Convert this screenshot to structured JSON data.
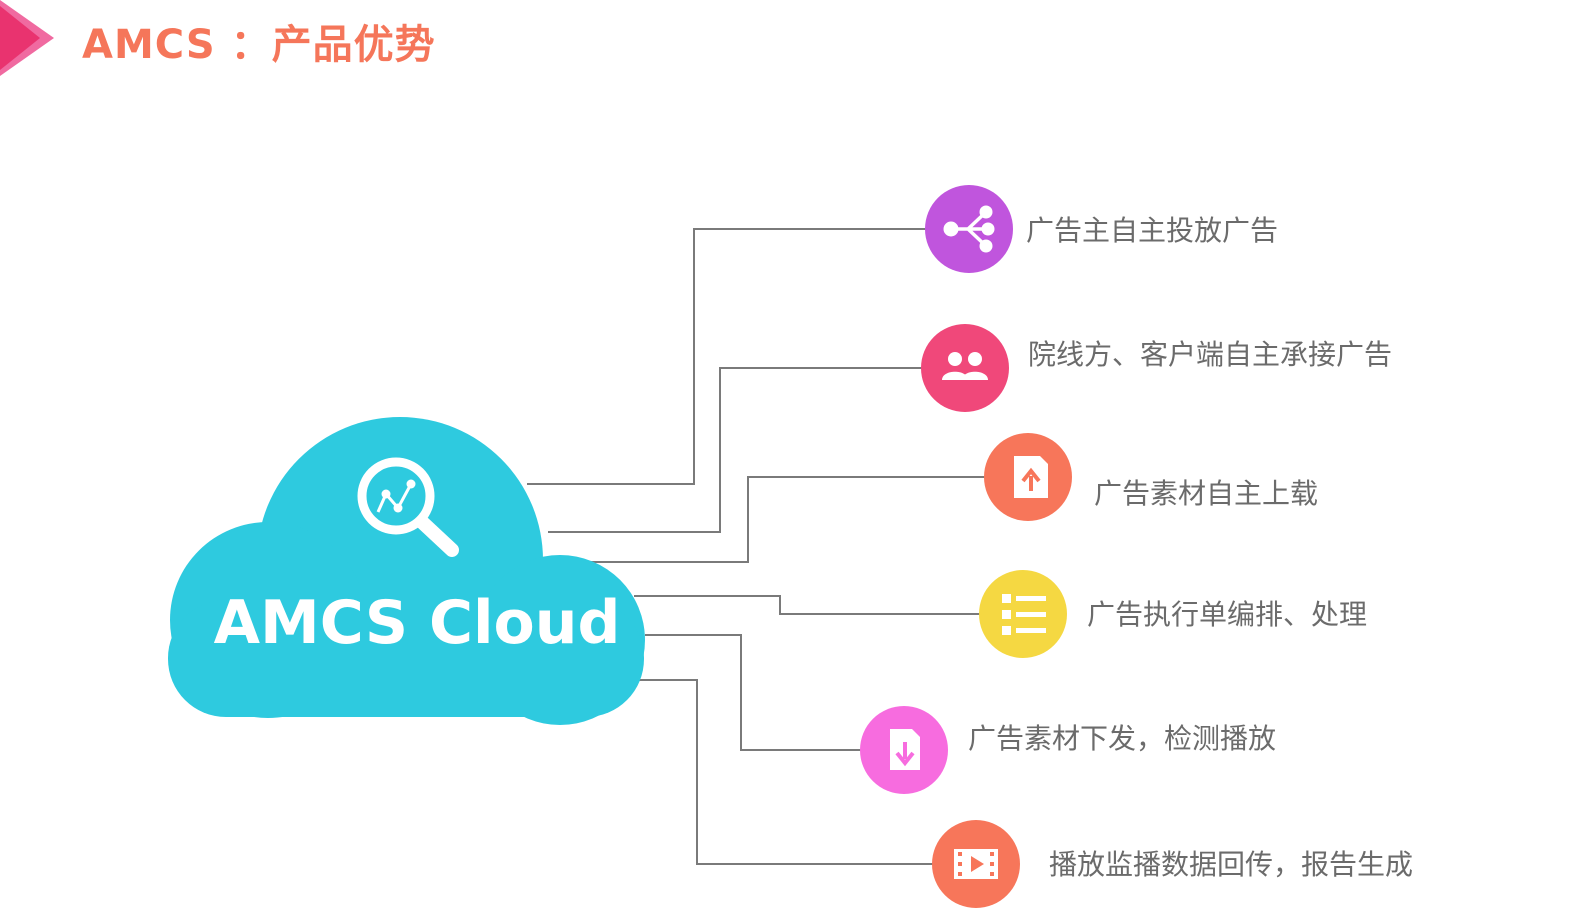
{
  "header": {
    "title": "AMCS ：产品优势"
  },
  "cloud": {
    "title": "AMCS Cloud",
    "icon": "magnifier-chart-icon",
    "color": "#2ecadf"
  },
  "features": [
    {
      "label": "广告主自主投放广告",
      "icon": "share-icon",
      "color": "#c055dd"
    },
    {
      "label": "院线方、客户端自主承接广告",
      "icon": "users-icon",
      "color": "#f0487a"
    },
    {
      "label": "广告素材自主上载",
      "icon": "upload-file-icon",
      "color": "#f7765a"
    },
    {
      "label": "广告执行单编排、处理",
      "icon": "list-icon",
      "color": "#f5d842"
    },
    {
      "label": "广告素材下发，检测播放",
      "icon": "download-file-icon",
      "color": "#f76cdf"
    },
    {
      "label": "播放监播数据回传，报告生成",
      "icon": "film-icon",
      "color": "#f7765a"
    }
  ],
  "accent_colors": {
    "title": "#f5765a",
    "marker": "#e9336f",
    "connector": "#7a7a7a"
  }
}
